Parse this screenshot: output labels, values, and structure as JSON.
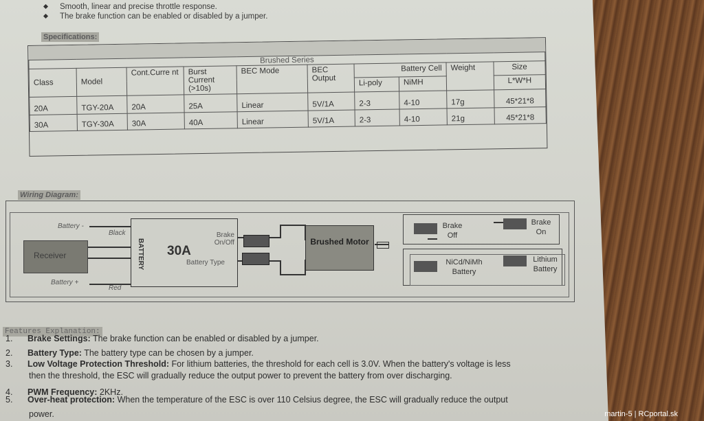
{
  "bullets": [
    "Smooth, linear and precise throttle response.",
    "The brake function can be enabled or disabled by a jumper."
  ],
  "spec_title": "Specifications:",
  "table": {
    "series": "Brushed Series",
    "headers": {
      "class": "Class",
      "model": "Model",
      "cont": "Cont.Curre nt",
      "burst": "Burst Current (>10s)",
      "bec_mode": "BEC Mode",
      "bec_out": "BEC Output",
      "cell": "Battery Cell",
      "lipoly": "Li-poly",
      "nimh": "NiMH",
      "weight": "Weight",
      "size": "Size",
      "lwh": "L*W*H"
    },
    "rows": [
      {
        "class": "20A",
        "model": "TGY-20A",
        "cont": "20A",
        "burst": "25A",
        "bec_mode": "Linear",
        "bec_out": "5V/1A",
        "lipoly": "2-3",
        "nimh": "4-10",
        "weight": "17g",
        "size": "45*21*8"
      },
      {
        "class": "30A",
        "model": "TGY-30A",
        "cont": "30A",
        "burst": "40A",
        "bec_mode": "Linear",
        "bec_out": "5V/1A",
        "lipoly": "2-3",
        "nimh": "4-10",
        "weight": "21g",
        "size": "45*21*8"
      }
    ]
  },
  "wiring": {
    "title": "Wiring Diagram:",
    "battery_minus": "Battery -",
    "battery_plus": "Battery +",
    "black": "Black",
    "red": "Red",
    "receiver": "Receiver",
    "battery_vert": "BATTERY",
    "esc": "30A",
    "brake": "Brake On/Off",
    "battery_type": "Battery Type",
    "motor": "Brushed Motor",
    "brake_off": "Brake Off",
    "brake_on": "Brake On",
    "nicd": "NiCd/NiMh Battery",
    "lithium": "Lithium Battery"
  },
  "features_title": "Features Explanation:",
  "features": [
    {
      "n": "1.",
      "b": "Brake Settings:",
      "t": " The brake function can be enabled or disabled by a jumper."
    },
    {
      "n": "2.",
      "b": "Battery Type:",
      "t": " The battery type can be chosen by a jumper."
    },
    {
      "n": "3.",
      "b": "Low Voltage Protection Threshold:",
      "t": " For lithium batteries, the threshold for each cell is 3.0V. When the battery's voltage is less"
    },
    {
      "n": "",
      "b": "",
      "t": "then the threshold, the ESC will gradually reduce the output power to prevent the battery from over discharging."
    },
    {
      "n": "4.",
      "b": "PWM Frequency:",
      "t": " 2KHz."
    },
    {
      "n": "5.",
      "b": "Over-heat protection:",
      "t": " When the temperature of the ESC is over 110 Celsius degree, the ESC will gradually reduce the output"
    },
    {
      "n": "",
      "b": "",
      "t": "power."
    }
  ],
  "credit": "martin-5 | RCportal.sk"
}
